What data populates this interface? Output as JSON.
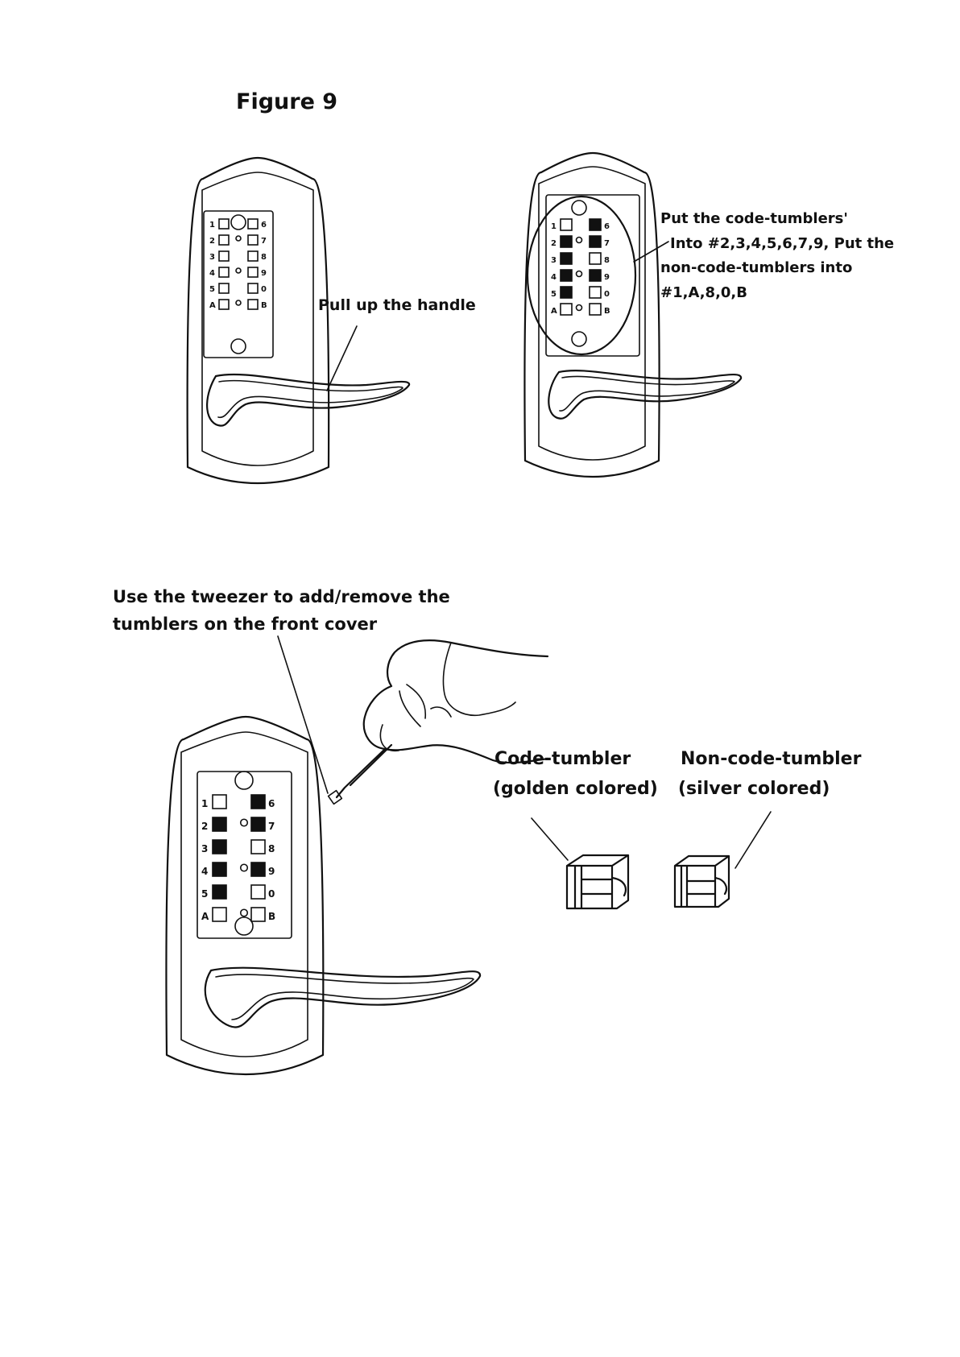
{
  "figure_title": "Figure 9",
  "callouts": {
    "pull_handle": "Pull up the handle",
    "code_tumblers_line1": "Put the code-tumblers'",
    "code_tumblers_line2": "Into #2,3,4,5,6,7,9, Put the",
    "code_tumblers_line3": "non-code-tumblers into",
    "code_tumblers_line4": "#1,A,8,0,B",
    "tweezer_line1": "Use the tweezer to add/remove the",
    "tweezer_line2": "tumblers on the front cover"
  },
  "tumbler_types": {
    "code_title": "Code-tumbler",
    "code_sub": "(golden colored)",
    "noncode_title": "Non-code-tumbler",
    "noncode_sub": "(silver colored)"
  },
  "keypad": {
    "left_keys": [
      "1",
      "2",
      "3",
      "4",
      "5",
      "A"
    ],
    "right_keys": [
      "6",
      "7",
      "8",
      "9",
      "0",
      "B"
    ]
  },
  "code_keys": [
    "2",
    "3",
    "4",
    "5",
    "6",
    "7",
    "9"
  ]
}
